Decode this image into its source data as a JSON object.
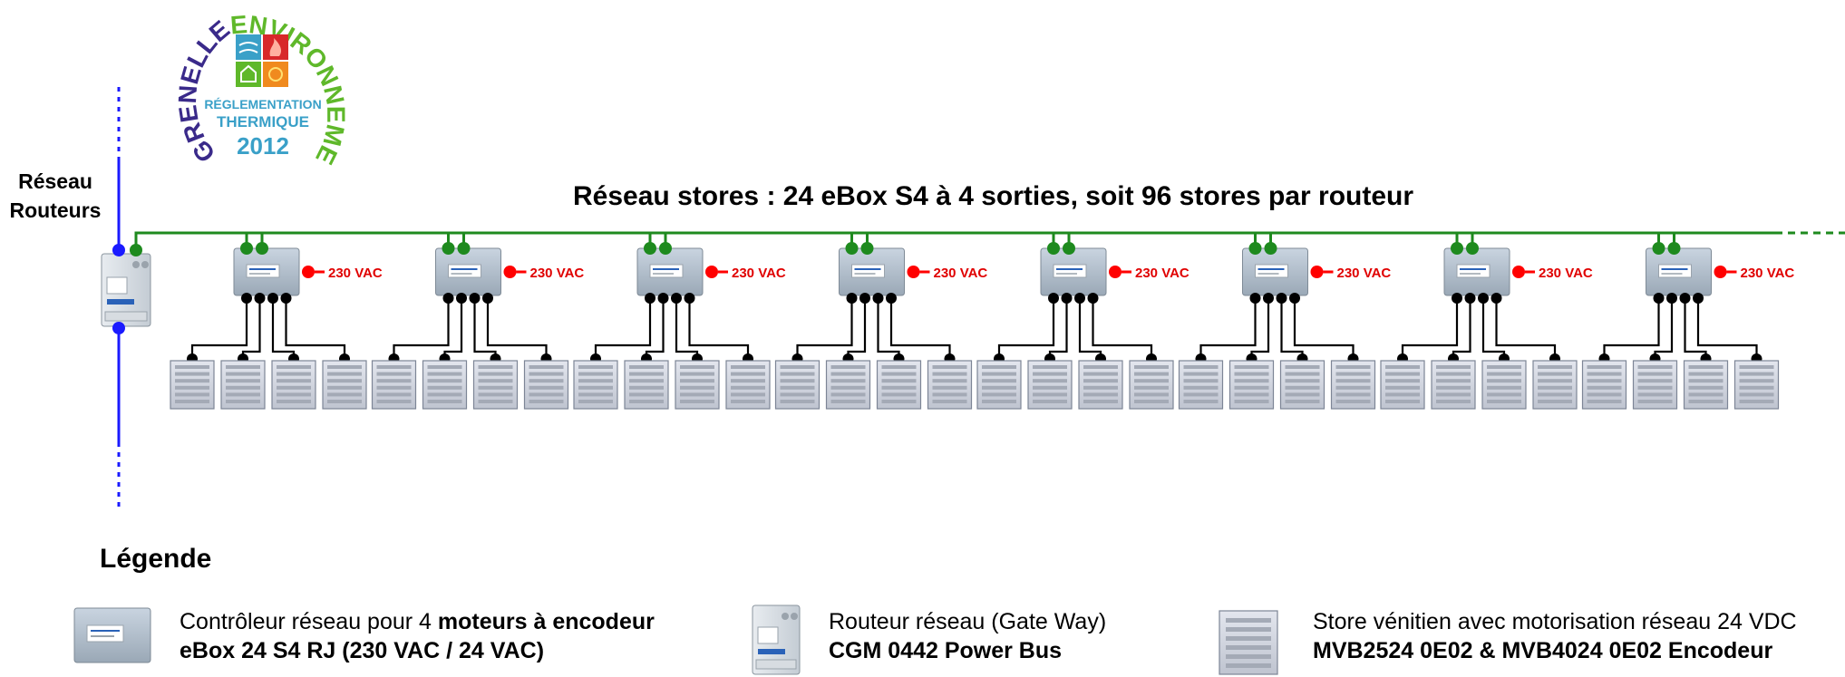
{
  "title": "Réseau stores : 24 eBox S4  à 4 sorties, soit 96 stores par routeur",
  "router_network_label": [
    "Réseau",
    "Routeurs"
  ],
  "voltage_label": "230 VAC",
  "logo": {
    "arc_text_left": "GRENELLE",
    "arc_text_right": "ENVIRONNEMENT",
    "center_line1": "RÉGLEMENTATION",
    "center_line2": "THERMIQUE",
    "year": "2012"
  },
  "controller_count": 8,
  "blinds_per_controller": 4,
  "legend": {
    "title": "Légende",
    "controller": {
      "line1_plain": "Contrôleur réseau pour 4 ",
      "line1_bold": "moteurs à encodeur",
      "line2": "eBox 24 S4 RJ  (230 VAC / 24 VAC)"
    },
    "router": {
      "line1": "Routeur réseau (Gate Way)",
      "line2": "CGM 0442 Power Bus"
    },
    "blind": {
      "line1": "Store vénitien avec motorisation réseau 24 VDC",
      "line2": "MVB2524 0E02 & MVB4024 0E02 Encodeur"
    }
  },
  "colors": {
    "router_bus": "#1a1aff",
    "blind_bus": "#1e8a1e",
    "power": "#ff0000",
    "wire": "#000000",
    "voltage_text": "#e00000",
    "logo_green": "#5fb82a",
    "logo_purple": "#3a2a8a",
    "logo_blue": "#3aa0c8"
  }
}
